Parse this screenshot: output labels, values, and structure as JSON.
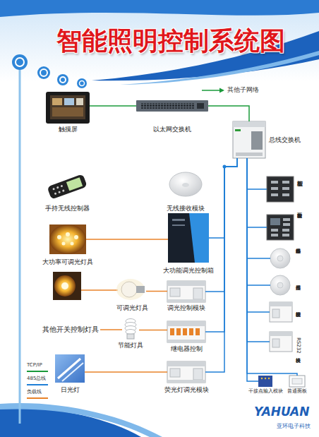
{
  "diagram": {
    "title": "智能照明控制系统图",
    "nodes": [
      {
        "text": [
          "触摸屏"
        ]
      },
      {
        "text": [
          "以太网交换机"
        ]
      },
      {
        "text": [
          "总线交换机"
        ]
      },
      {
        "text": [
          "手持无线控制器"
        ]
      },
      {
        "text": [
          "无线接收模块"
        ]
      },
      {
        "text": [
          "智能面板"
        ]
      },
      {
        "text": [
          "多功能智能面板"
        ]
      },
      {
        "text": [
          "大功率可调光灯具"
        ]
      },
      {
        "text": [
          "大功能调光控制箱"
        ]
      },
      {
        "text": [
          "红外移动感应器"
        ]
      },
      {
        "text": [
          "照度传感器"
        ]
      },
      {
        "text": [
          "可调光灯具"
        ]
      },
      {
        "text": [
          "调光控制模块"
        ]
      },
      {
        "text": [
          "逻辑控制模块"
        ]
      },
      {
        "text": [
          "其他开关控制灯具"
        ]
      },
      {
        "text": [
          "节能灯具"
        ]
      },
      {
        "text": [
          "继电器控制"
        ]
      },
      {
        "text": [
          "RS232转换模块"
        ]
      },
      {
        "text": [
          "日光灯"
        ]
      },
      {
        "text": [
          "荧光灯调光模块"
        ]
      },
      {
        "text": [
          "干接点输入模块"
        ]
      },
      {
        "text": [
          "普通面板"
        ]
      }
    ],
    "edges": [
      {
        "from": 0,
        "to": 1,
        "arrow": "none"
      },
      {
        "from": 1,
        "to": 2,
        "arrow": "none"
      },
      {
        "from": 2,
        "to": 8,
        "arrow": "none"
      },
      {
        "from": 2,
        "to": 12,
        "arrow": "none"
      },
      {
        "from": 2,
        "to": 16,
        "arrow": "none"
      },
      {
        "from": 2,
        "to": 19,
        "arrow": "none"
      },
      {
        "from": 2,
        "to": 5,
        "arrow": "none"
      },
      {
        "from": 2,
        "to": 6,
        "arrow": "none"
      },
      {
        "from": 2,
        "to": 9,
        "arrow": "none"
      },
      {
        "from": 2,
        "to": 10,
        "arrow": "none"
      },
      {
        "from": 2,
        "to": 13,
        "arrow": "none"
      },
      {
        "from": 2,
        "to": 17,
        "arrow": "none"
      },
      {
        "from": 2,
        "to": 20,
        "arrow": "none"
      },
      {
        "from": 2,
        "to": 21,
        "arrow": "none"
      },
      {
        "from": 7,
        "to": 8,
        "arrow": "none"
      },
      {
        "from": 11,
        "to": 12,
        "arrow": "none"
      },
      {
        "from": 14,
        "to": 15,
        "arrow": "none"
      },
      {
        "from": 15,
        "to": 16,
        "arrow": "none"
      },
      {
        "from": 18,
        "to": 19,
        "arrow": "none"
      }
    ],
    "labels": [
      "其他子网络",
      "YAHUAN",
      "亚环电子科技"
    ],
    "legend": [
      {
        "text": "TCP/IP"
      },
      {
        "text": "485总线"
      },
      {
        "text": "负载线"
      }
    ]
  }
}
